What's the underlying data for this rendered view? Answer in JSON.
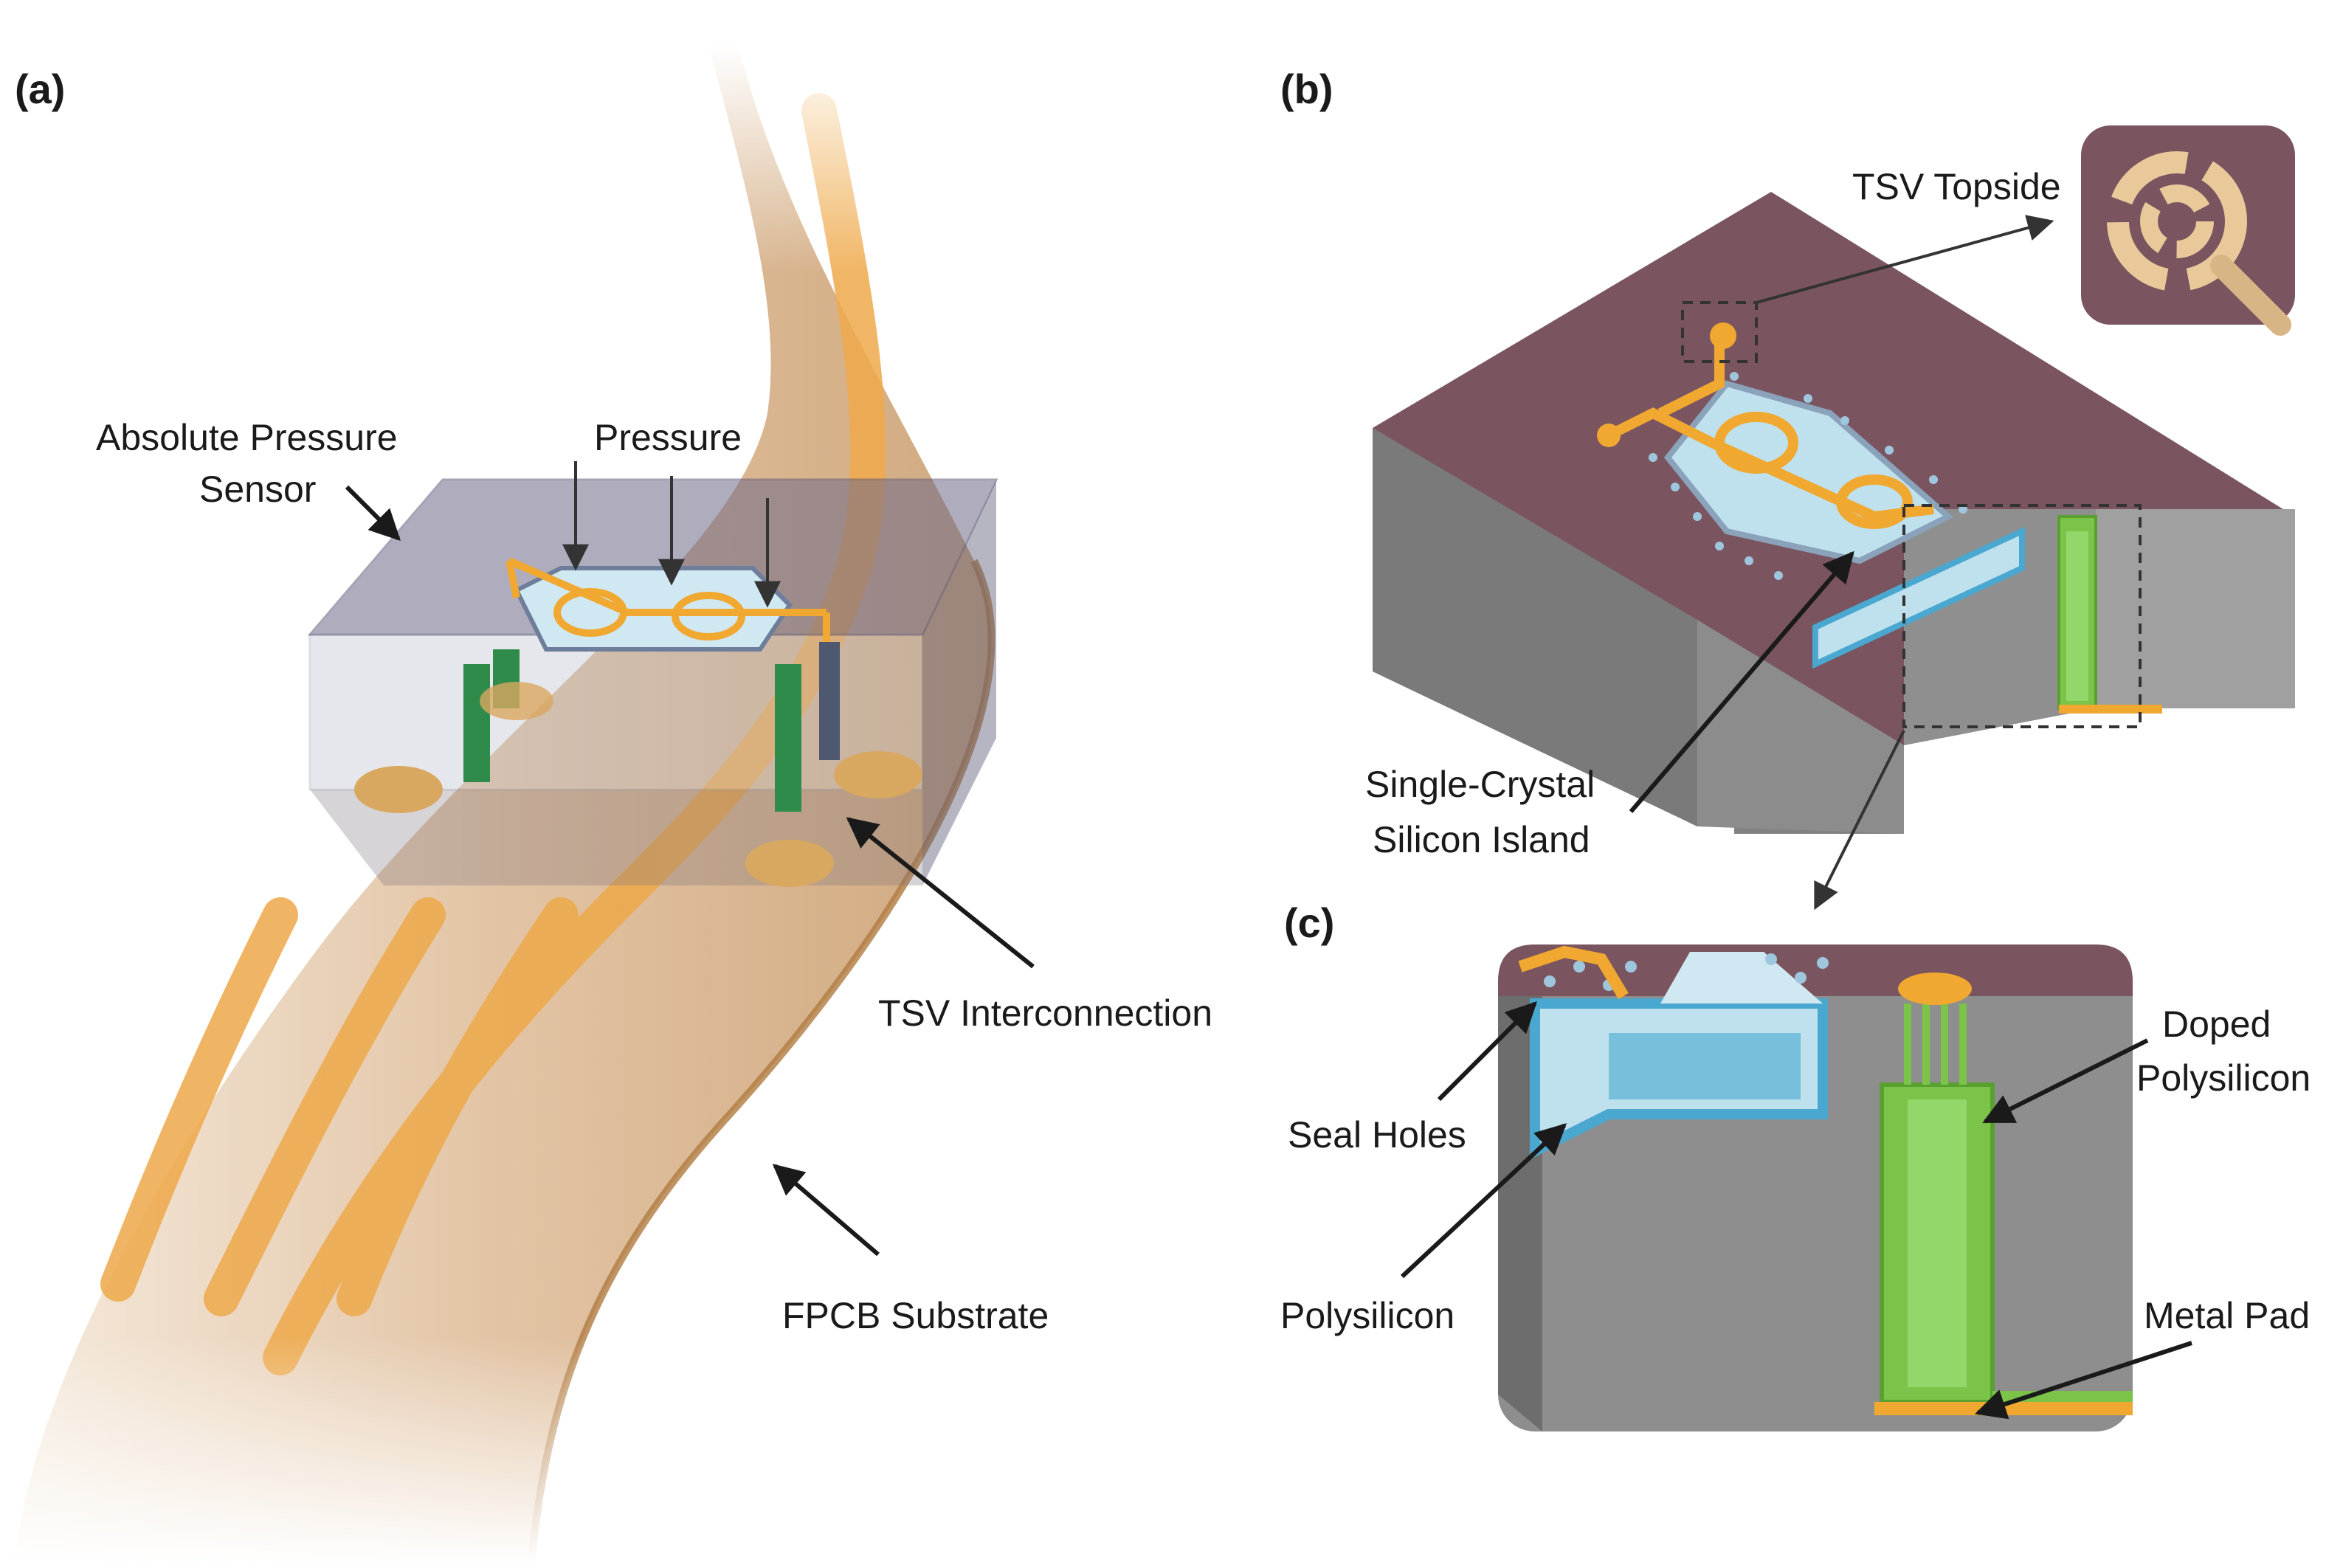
{
  "panels": {
    "a": "(a)",
    "b": "(b)",
    "c": "(c)"
  },
  "labels": {
    "absolute_pressure_sensor_line1": "Absolute Pressure",
    "absolute_pressure_sensor_line2": "Sensor",
    "pressure": "Pressure",
    "tsv_interconnection": "TSV  Interconnection",
    "fpcb_substrate": "FPCB Substrate",
    "tsv_topside": "TSV Topside",
    "single_crystal_line1": "Single-Crystal",
    "single_crystal_line2": "Silicon Island",
    "seal_holes": "Seal Holes",
    "polysilicon": "Polysilicon",
    "doped_polysilicon_line1": "Doped",
    "doped_polysilicon_line2": "Polysilicon",
    "metal_pad": "Metal Pad"
  },
  "colors": {
    "substrate": "#d9b58c",
    "trace": "#f0a830",
    "chip_top": "#7a5560",
    "chip_side": "#8c8c8c",
    "cavity": "#bfe1ee",
    "cavity_edge": "#4aa8d0",
    "tsv": "#7cc34a",
    "tsv_dark": "#2e8b4a"
  }
}
